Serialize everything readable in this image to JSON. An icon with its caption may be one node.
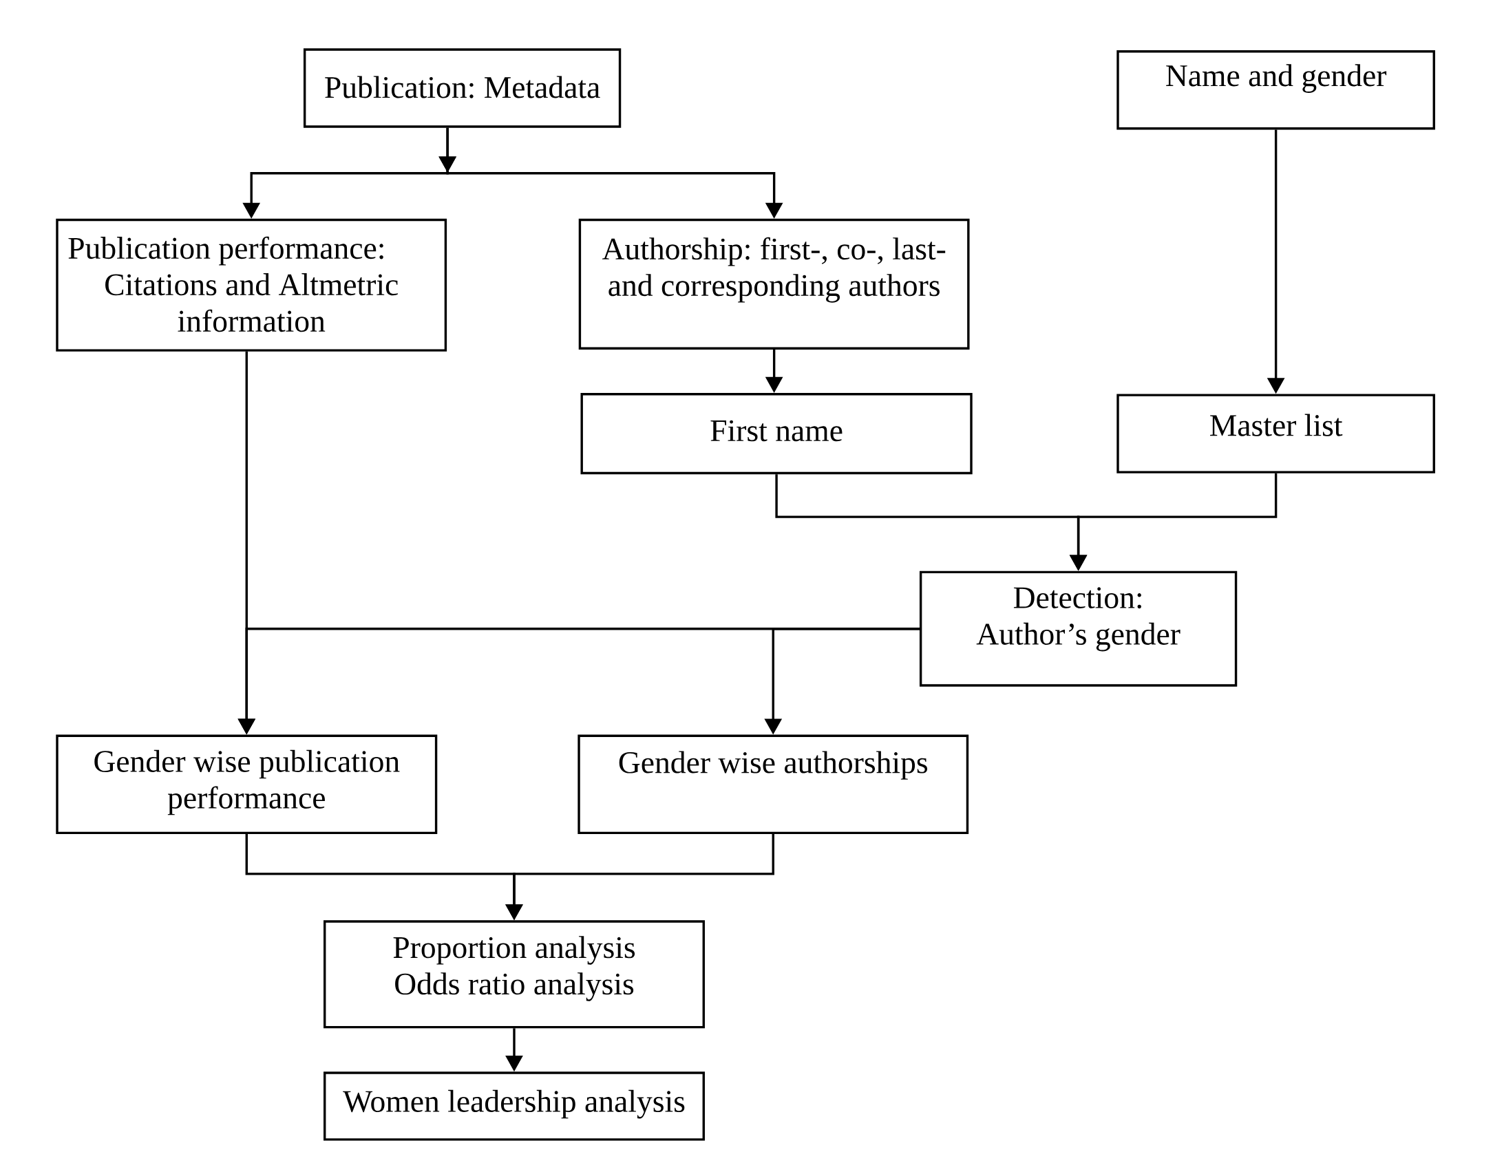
{
  "diagram": {
    "nodes": [
      {
        "text": [
          "Publication: Metadata"
        ]
      },
      {
        "text": [
          "Name and gender"
        ]
      },
      {
        "text": [
          "Publication performance:",
          "Citations and Altmetric information"
        ]
      },
      {
        "text": [
          "Authorship: first-, co-, last- and corresponding authors"
        ]
      },
      {
        "text": [
          "First name"
        ]
      },
      {
        "text": [
          "Master list"
        ]
      },
      {
        "text": [
          "Detection: Author’s gender"
        ]
      },
      {
        "text": [
          "Gender wise publication performance"
        ]
      },
      {
        "text": [
          "Gender wise authorships"
        ]
      },
      {
        "text": [
          "Proportion analysis",
          "Odds ratio analysis"
        ]
      },
      {
        "text": [
          "Women leadership analysis"
        ]
      }
    ],
    "edges": [
      {
        "from": 0,
        "to": 2,
        "arrow": "to"
      },
      {
        "from": 0,
        "to": 3,
        "arrow": "to"
      },
      {
        "from": 3,
        "to": 4,
        "arrow": "to"
      },
      {
        "from": 1,
        "to": 5,
        "arrow": "to"
      },
      {
        "from": 4,
        "to": 6,
        "arrow": "to"
      },
      {
        "from": 5,
        "to": 6,
        "arrow": "to"
      },
      {
        "from": 2,
        "to": 7,
        "arrow": "to"
      },
      {
        "from": 6,
        "to": 7,
        "arrow": "to"
      },
      {
        "from": 6,
        "to": 8,
        "arrow": "to"
      },
      {
        "from": 7,
        "to": 9,
        "arrow": "to"
      },
      {
        "from": 8,
        "to": 9,
        "arrow": "to"
      },
      {
        "from": 9,
        "to": 10,
        "arrow": "to"
      }
    ]
  }
}
